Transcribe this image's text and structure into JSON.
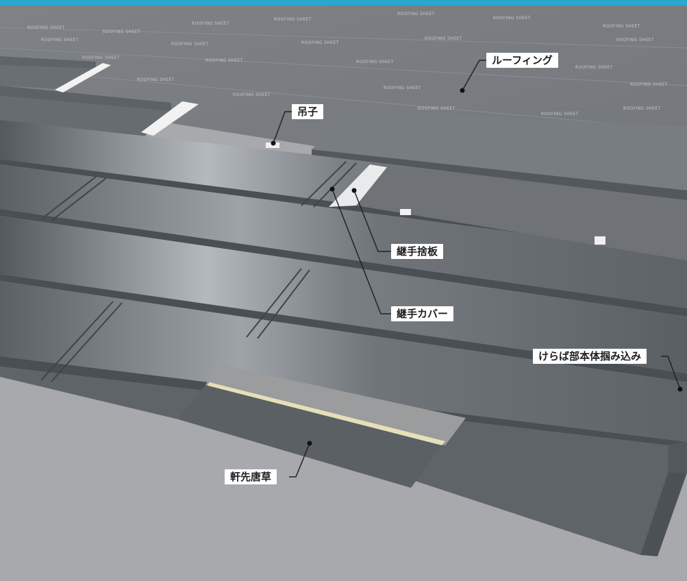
{
  "labels": {
    "roofing": "ルーフィング",
    "hanger": "吊子",
    "joint_plate": "継手捨板",
    "joint_cover": "継手カバー",
    "keraba": "けらば部本体掴み込み",
    "eaves": "軒先唐草"
  },
  "sheet_text": "ROOFING SHEET",
  "colors": {
    "top_bar": "#2aa7cf",
    "background": "#a7a9ac",
    "roof_panel": "#6e7378",
    "panel_highlight": "#b7bcc1",
    "roofing_sheet": "#7b7f83",
    "eaves_trim": "#e7dfb8"
  }
}
